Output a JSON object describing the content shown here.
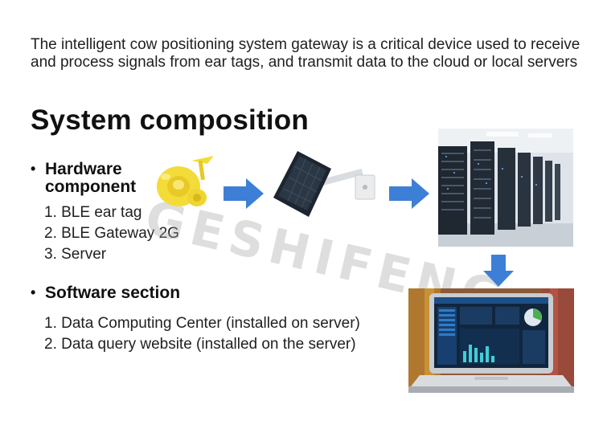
{
  "intro_text": "The intelligent cow positioning system gateway is a critical device used to receive and process signals from ear tags, and transmit data to the cloud or local servers",
  "heading": "System composition",
  "hardware": {
    "bullet": "•",
    "title_line1": "Hardware",
    "title_line2": "component",
    "items": [
      "1. BLE ear tag",
      "2. BLE Gateway 2G",
      "3. Server"
    ]
  },
  "software": {
    "bullet": "•",
    "title": "Software section",
    "items": [
      "1. Data Computing Center (installed on server)",
      "2. Data query website (installed on the server)"
    ]
  },
  "watermark": "GESHIFENG",
  "colors": {
    "arrow": "#3d7fd6",
    "tag": "#f3dc3a",
    "panel": "#1c2530"
  },
  "icons": [
    "ear-tag-image",
    "solar-gateway-image",
    "server-room-image",
    "laptop-dashboard-image",
    "arrow-right-icon",
    "arrow-down-icon"
  ]
}
